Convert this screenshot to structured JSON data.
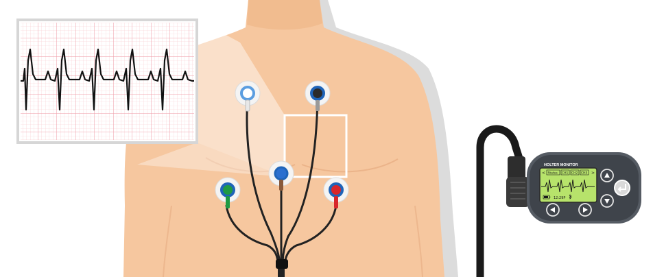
{
  "device": {
    "title": "HOLTER MONITOR",
    "tabs": [
      "Status",
      "CH1",
      "CH2",
      "CH3"
    ],
    "nav_left": "<",
    "nav_right": ">",
    "time": "12:29P"
  },
  "colors": {
    "skin": "#f6c79f",
    "skin_shadow": "#e9ad82",
    "ecg_grid": "#f2a7b0",
    "lcd": "#b7e36b",
    "electrode_white": "#5a9de0",
    "electrode_black": "#2b2b2b",
    "electrode_brown": "#8a5a3b",
    "electrode_green": "#1e9a44",
    "electrode_red": "#d8262b"
  },
  "electrodes": [
    "white",
    "black",
    "brown",
    "green",
    "red"
  ]
}
